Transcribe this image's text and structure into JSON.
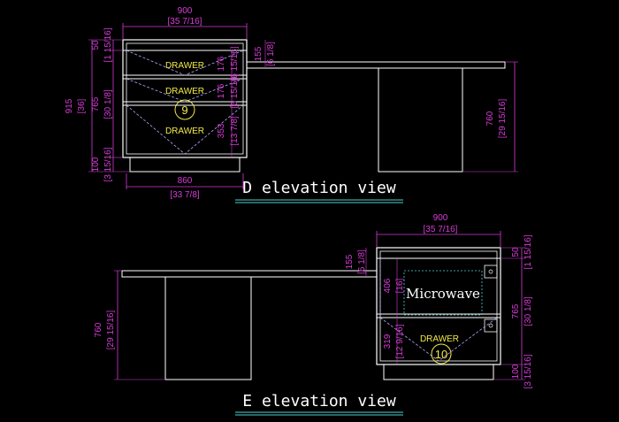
{
  "colors": {
    "background": "#000000",
    "line": "#ffffff",
    "dimension": "#d63cd6",
    "label": "#f2ea4a",
    "hidden_line": "#b8a8ff",
    "title_underline": "#4fd0d0"
  },
  "d_view": {
    "title": "D elevation view",
    "top_width": "900",
    "top_width_in": "[35 7/16]",
    "bottom_width": "860",
    "bottom_width_in": "[33 7/8]",
    "left_total": "915",
    "left_total_in": "[36]",
    "left_top": "50",
    "left_top_in": "[1 15/16]",
    "left_mid": "765",
    "left_mid_in": "[30 1/8]",
    "left_base": "100",
    "left_base_in": "[3 15/16]",
    "drawer_1": "DRAWER",
    "drawer_2": "DRAWER",
    "drawer_3": "DRAWER",
    "callout": "9",
    "d1_height": "176",
    "d1_height_in": "[6 15/16]",
    "d2_height": "176",
    "d2_height_in": "[6 15/16]",
    "d3_height": "353",
    "d3_height_in": "[13 7/8]",
    "top_thk": "155",
    "top_thk_in": "[6 1/8]",
    "table_height": "760",
    "table_height_in": "[29 15/16]"
  },
  "e_view": {
    "title": "E elevation view",
    "top_width": "900",
    "top_width_in": "[35 7/16]",
    "top_thk": "155",
    "top_thk_in": "[6 1/8]",
    "table_height": "760",
    "table_height_in": "[29 15/16]",
    "micro_h": "406",
    "micro_h_in": "[16]",
    "drawer_h": "319",
    "drawer_h_in": "[12 9/16]",
    "microwave": "Microwave",
    "drawer": "DRAWER",
    "callout": "10",
    "right_top": "50",
    "right_top_in": "[1 15/16]",
    "right_mid": "765",
    "right_mid_in": "[30 1/8]",
    "right_base": "100",
    "right_base_in": "[3 15/16]"
  }
}
